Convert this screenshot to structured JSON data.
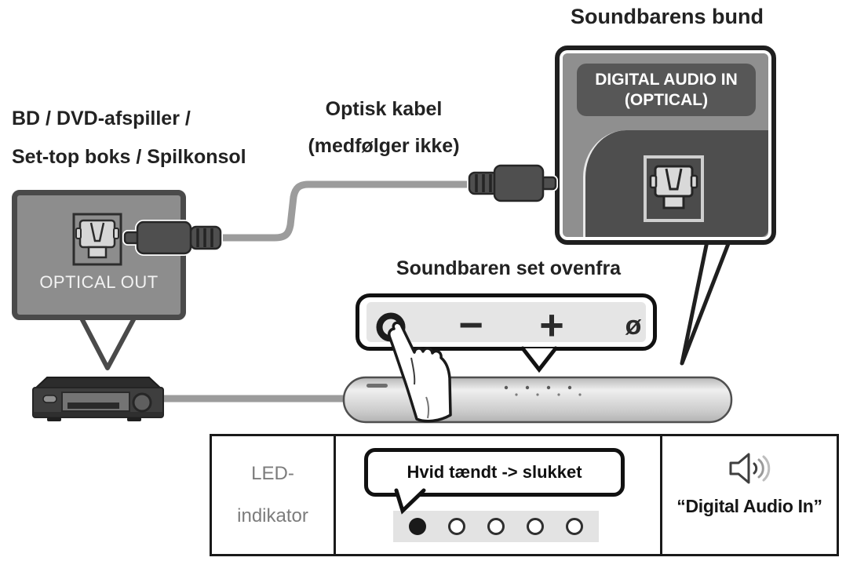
{
  "title_labels": {
    "source_device_line1": "BD / DVD-afspiller /",
    "source_device_line2": "Set-top boks / Spilkonsol",
    "cable_line1": "Optisk kabel",
    "cable_line2": "(medfølger ikke)",
    "soundbar_bottom": "Soundbarens bund",
    "soundbar_top_view": "Soundbaren set ovenfra"
  },
  "optical_out_panel": {
    "port_label": "OPTICAL OUT"
  },
  "digital_audio_in_panel": {
    "label_line1": "DIGITAL AUDIO IN",
    "label_line2": "(OPTICAL)"
  },
  "soundbar_controls": {
    "minus": "−",
    "plus": "+",
    "mute": "ø"
  },
  "table": {
    "led_indicator_line1": "LED-",
    "led_indicator_line2": "indikator",
    "bubble_text": "Hvid tændt -> slukket",
    "led_states": [
      "on",
      "off",
      "off",
      "off",
      "off"
    ],
    "source_name": "“Digital Audio In”"
  },
  "colors": {
    "panel_gray": "#8d8d8d",
    "dark_panel": "#4e4e4e",
    "cable_gray": "#9c9c9c",
    "outline_black": "#1a1a1a",
    "led_strip_gray": "#e3e3e3"
  }
}
